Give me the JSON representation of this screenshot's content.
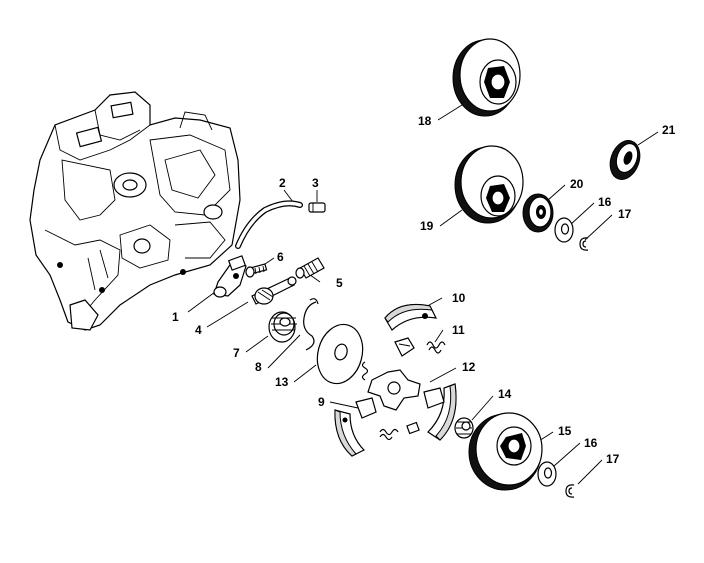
{
  "labels": {
    "p1": "1",
    "p2": "2",
    "p3": "3",
    "p4": "4",
    "p5": "5",
    "p6": "6",
    "p7": "7",
    "p8": "8",
    "p9": "9",
    "p10": "10",
    "p11": "11",
    "p12": "12",
    "p13": "13",
    "p14": "14",
    "p15": "15",
    "p16a": "16",
    "p16b": "16",
    "p17a": "17",
    "p17b": "17",
    "p18": "18",
    "p19": "19",
    "p20": "20",
    "p21": "21"
  }
}
